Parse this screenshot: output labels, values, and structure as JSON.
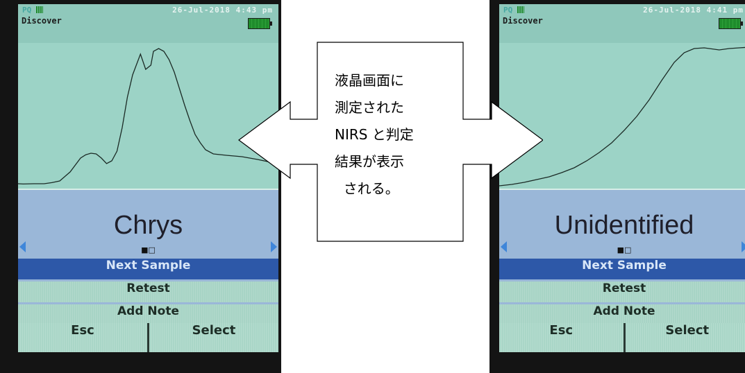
{
  "devices": [
    {
      "status_pq": "PQ",
      "datetime": "26-Jul-2018  4:43 pm",
      "mode": "Discover",
      "spectrum": [
        [
          0,
          0.985
        ],
        [
          0.02,
          0.987
        ],
        [
          0.06,
          0.985
        ],
        [
          0.1,
          0.985
        ],
        [
          0.13,
          0.977
        ],
        [
          0.16,
          0.965
        ],
        [
          0.2,
          0.9
        ],
        [
          0.24,
          0.8
        ],
        [
          0.26,
          0.776
        ],
        [
          0.28,
          0.765
        ],
        [
          0.3,
          0.77
        ],
        [
          0.32,
          0.8
        ],
        [
          0.34,
          0.84
        ],
        [
          0.36,
          0.82
        ],
        [
          0.38,
          0.75
        ],
        [
          0.4,
          0.58
        ],
        [
          0.42,
          0.36
        ],
        [
          0.44,
          0.2
        ],
        [
          0.47,
          0.05
        ],
        [
          0.49,
          0.16
        ],
        [
          0.51,
          0.13
        ],
        [
          0.52,
          0.03
        ],
        [
          0.54,
          0.01
        ],
        [
          0.56,
          0.03
        ],
        [
          0.58,
          0.09
        ],
        [
          0.6,
          0.18
        ],
        [
          0.62,
          0.3
        ],
        [
          0.64,
          0.42
        ],
        [
          0.66,
          0.53
        ],
        [
          0.68,
          0.63
        ],
        [
          0.7,
          0.69
        ],
        [
          0.72,
          0.74
        ],
        [
          0.75,
          0.77
        ],
        [
          0.8,
          0.78
        ],
        [
          0.86,
          0.79
        ],
        [
          0.92,
          0.81
        ],
        [
          0.97,
          0.83
        ],
        [
          1,
          0.84
        ]
      ],
      "result": "Chrys",
      "pager": "■□",
      "menu": [
        "Next Sample",
        "Retest",
        "Add Note"
      ],
      "softkeys": [
        "Esc",
        "Select"
      ]
    },
    {
      "status_pq": "PQ",
      "datetime": "26-Jul-2018  4:41 pm",
      "mode": "Discover",
      "spectrum": [
        [
          0,
          1.0
        ],
        [
          0.05,
          0.99
        ],
        [
          0.1,
          0.975
        ],
        [
          0.15,
          0.955
        ],
        [
          0.2,
          0.935
        ],
        [
          0.25,
          0.905
        ],
        [
          0.3,
          0.87
        ],
        [
          0.35,
          0.82
        ],
        [
          0.4,
          0.76
        ],
        [
          0.45,
          0.69
        ],
        [
          0.5,
          0.6
        ],
        [
          0.55,
          0.5
        ],
        [
          0.6,
          0.38
        ],
        [
          0.65,
          0.24
        ],
        [
          0.7,
          0.11
        ],
        [
          0.74,
          0.04
        ],
        [
          0.78,
          0.01
        ],
        [
          0.82,
          0.005
        ],
        [
          0.88,
          0.02
        ],
        [
          0.92,
          0.01
        ],
        [
          0.96,
          0.005
        ],
        [
          1,
          0.0
        ]
      ],
      "result": "Unidentified",
      "pager": "■□",
      "menu": [
        "Next Sample",
        "Retest",
        "Add Note"
      ],
      "softkeys": [
        "Esc",
        "Select"
      ]
    }
  ],
  "callout": {
    "lines": [
      "液晶画面に",
      "測定された",
      "NIRS  と判定",
      "結果が表示",
      "  される。"
    ]
  },
  "colors": {
    "screen_bg": "#9fd0c4",
    "result_panel": "#9ab7d8",
    "menu_selected": "#2d58a8",
    "nav_arrow": "#3f86d9",
    "battery": "#1f8c2c"
  }
}
